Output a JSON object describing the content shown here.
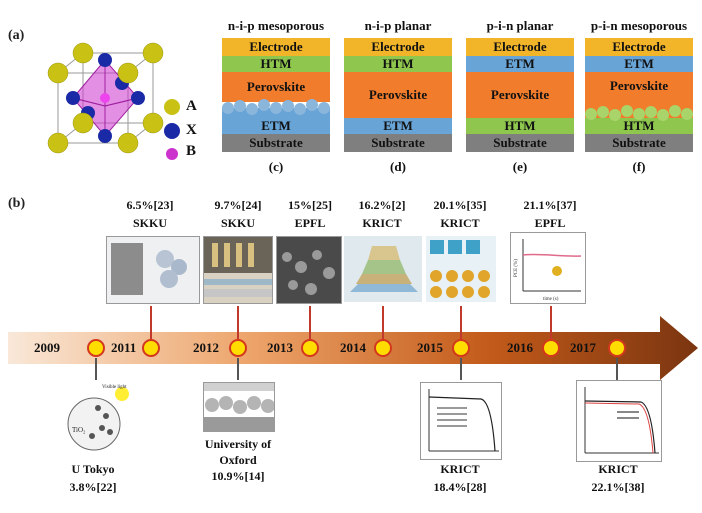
{
  "panel_a": {
    "label": "(a)",
    "legend": [
      {
        "name": "A",
        "color": "#c9c214"
      },
      {
        "name": "X",
        "color": "#1a2aa6"
      },
      {
        "name": "B",
        "color": "#cc33cc"
      }
    ]
  },
  "panel_b": {
    "label": "(b)"
  },
  "architectures": [
    {
      "title": "n-i-p mesoporous",
      "sub": "(c)",
      "layers": [
        {
          "label": "Electrode",
          "color": "#f2b52a"
        },
        {
          "label": "HTM",
          "color": "#8ec64e"
        },
        {
          "label": "Perovskite",
          "color": "#f07c2c"
        },
        {
          "label": "ETM",
          "color": "#69a4d6"
        },
        {
          "label": "Substrate",
          "color": "#7f7f7f"
        }
      ]
    },
    {
      "title": "n-i-p planar",
      "sub": "(d)",
      "layers": [
        {
          "label": "Electrode",
          "color": "#f2b52a"
        },
        {
          "label": "HTM",
          "color": "#8ec64e"
        },
        {
          "label": "Perovskite",
          "color": "#f07c2c"
        },
        {
          "label": "ETM",
          "color": "#69a4d6"
        },
        {
          "label": "Substrate",
          "color": "#7f7f7f"
        }
      ]
    },
    {
      "title": "p-i-n planar",
      "sub": "(e)",
      "layers": [
        {
          "label": "Electrode",
          "color": "#f2b52a"
        },
        {
          "label": "ETM",
          "color": "#69a4d6"
        },
        {
          "label": "Perovskite",
          "color": "#f07c2c"
        },
        {
          "label": "HTM",
          "color": "#8ec64e"
        },
        {
          "label": "Substrate",
          "color": "#7f7f7f"
        }
      ]
    },
    {
      "title": "p-i-n mesoporous",
      "sub": "(f)",
      "layers": [
        {
          "label": "Electrode",
          "color": "#f2b52a"
        },
        {
          "label": "ETM",
          "color": "#69a4d6"
        },
        {
          "label": "Perovskite",
          "color": "#f07c2c"
        },
        {
          "label": "HTM",
          "color": "#8ec64e"
        },
        {
          "label": "Substrate",
          "color": "#7f7f7f"
        }
      ]
    }
  ],
  "timeline": {
    "years": [
      "2009",
      "2011",
      "2012",
      "2013",
      "2014",
      "2015",
      "2016",
      "2017"
    ],
    "top_annotations": [
      {
        "efficiency": "6.5%[23]",
        "institution": "SKKU"
      },
      {
        "efficiency": "9.7%[24]",
        "institution": "SKKU"
      },
      {
        "efficiency": "15%[25]",
        "institution": "EPFL"
      },
      {
        "efficiency": "16.2%[2]",
        "institution": "KRICT"
      },
      {
        "efficiency": "20.1%[35]",
        "institution": "KRICT"
      },
      {
        "efficiency": "21.1%[37]",
        "institution": "EPFL"
      }
    ],
    "bottom_annotations": [
      {
        "institution": "U Tokyo",
        "efficiency": "3.8%[22]"
      },
      {
        "institution": "University of Oxford",
        "efficiency": "10.9%[14]"
      },
      {
        "institution": "KRICT",
        "efficiency": "18.4%[28]"
      },
      {
        "institution": "KRICT",
        "efficiency": "22.1%[38]"
      }
    ],
    "thumb_texts": {
      "tio2": "TiO₂",
      "visible_light": "Visible light",
      "pce_axis": "PCE (%)",
      "time_axis": "time (s)"
    }
  },
  "colors": {
    "arrow_light": "#f7e0cc",
    "arrow_dark": "#8a3d10",
    "node_fill": "#ffdd00",
    "node_border": "#d4381c",
    "stem_top": "#c0392b",
    "stem_bottom": "#555555"
  }
}
